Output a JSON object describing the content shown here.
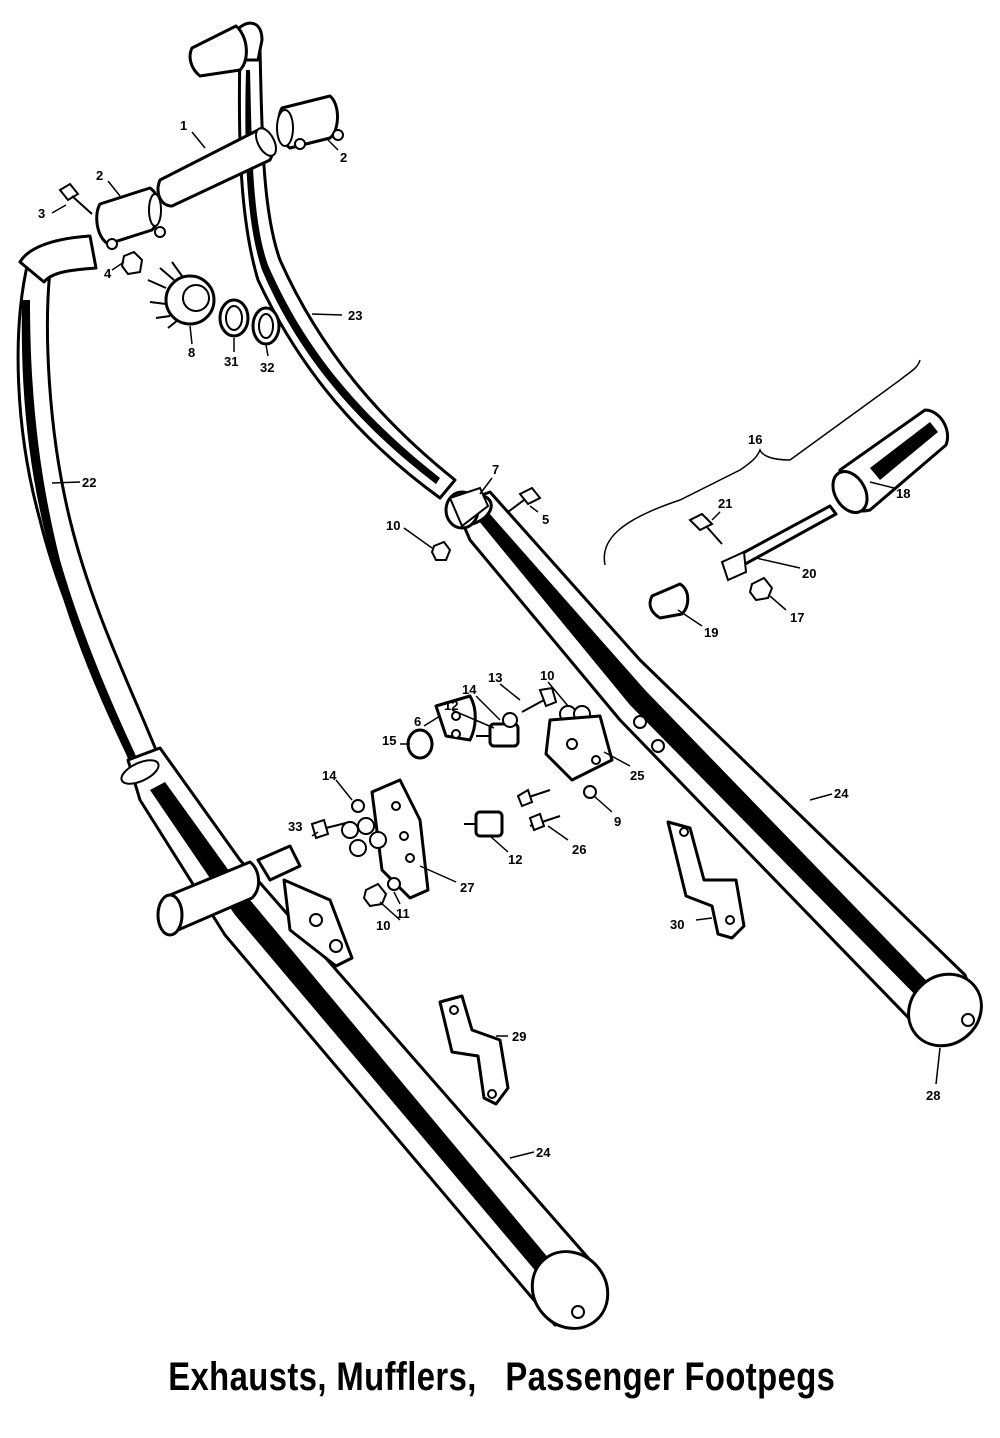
{
  "title": "Exhausts, Mufflers,   Passenger Footpegs",
  "callouts": [
    "1",
    "2",
    "2",
    "3",
    "4",
    "8",
    "31",
    "32",
    "23",
    "22",
    "16",
    "18",
    "21",
    "20",
    "19",
    "17",
    "7",
    "5",
    "10",
    "10",
    "13",
    "14",
    "12",
    "6",
    "15",
    "14",
    "33",
    "27",
    "11",
    "10",
    "12",
    "26",
    "9",
    "25",
    "24",
    "30",
    "29",
    "24",
    "28"
  ]
}
